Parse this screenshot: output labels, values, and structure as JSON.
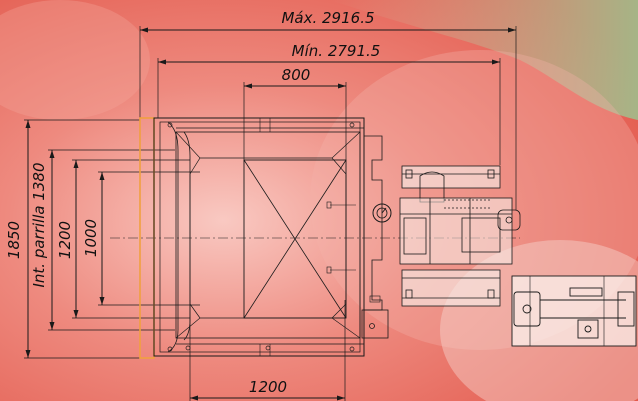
{
  "dimensions": {
    "max_width": "Máx. 2916.5",
    "min_width": "Mín. 2791.5",
    "top_inner": "800",
    "bottom_width": "1200",
    "height_total": "1850",
    "grill_interior": "Int. parrilla 1380",
    "height_1200": "1200",
    "height_1000": "1000"
  },
  "colors": {
    "background_red": "#e8584c",
    "background_green": "#8fb07a",
    "highlight_orange": "#f0a040",
    "line": "#1a1a1a"
  }
}
